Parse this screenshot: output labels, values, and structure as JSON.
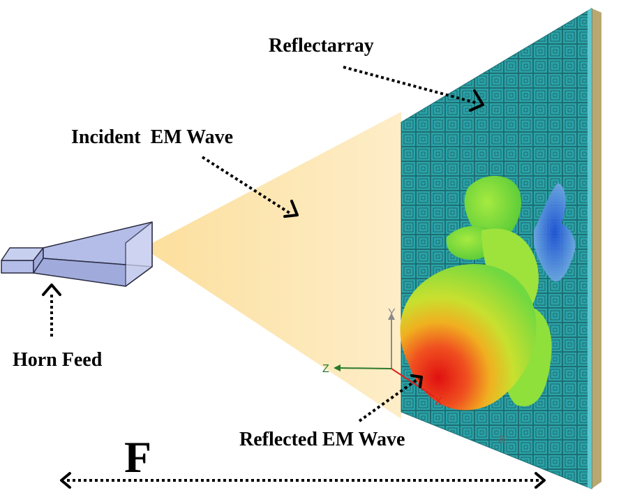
{
  "labels": {
    "reflectarray": "Reflectarray",
    "incident": "Incident  EM Wave",
    "horn_feed": "Horn Feed",
    "reflected": "Reflected EM Wave",
    "focal_distance": "F",
    "a": "a"
  },
  "axes": {
    "x": "X",
    "y": "Y",
    "z": "Z"
  },
  "colors": {
    "panel": "#2aa3a8",
    "panel_edge": "#5ec8d0",
    "horn": "#b3bde8",
    "beam": "#fde3a6",
    "pattern_peak": "#e01414",
    "pattern_low": "#2a7fd6"
  }
}
